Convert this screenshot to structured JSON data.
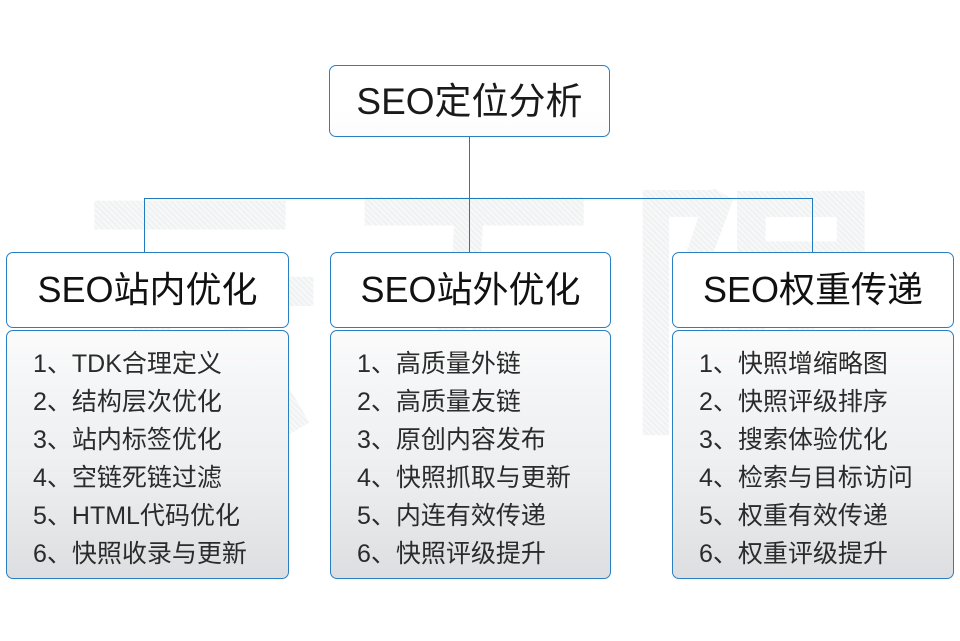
{
  "watermark": {
    "text": "云无限"
  },
  "colors": {
    "border": "#2a7fc2",
    "connector": "#1f7ac0",
    "header_background": "#ffffff",
    "body_background_top": "#fbfbfc",
    "body_background_bottom": "#dcdee1",
    "text": "#1a1a1a"
  },
  "root": {
    "label": "SEO定位分析"
  },
  "columns": [
    {
      "id": "internal",
      "header": "SEO站内优化",
      "items": [
        {
          "index": "1、",
          "text": "TDK合理定义"
        },
        {
          "index": "2、",
          "text": "结构层次优化"
        },
        {
          "index": "3、",
          "text": "站内标签优化"
        },
        {
          "index": "4、",
          "text": "空链死链过滤"
        },
        {
          "index": "5、",
          "text": "HTML代码优化"
        },
        {
          "index": "6、",
          "text": "快照收录与更新"
        }
      ]
    },
    {
      "id": "external",
      "header": "SEO站外优化",
      "items": [
        {
          "index": "1、",
          "text": "高质量外链"
        },
        {
          "index": "2、",
          "text": "高质量友链"
        },
        {
          "index": "3、",
          "text": "原创内容发布"
        },
        {
          "index": "4、",
          "text": "快照抓取与更新"
        },
        {
          "index": "5、",
          "text": "内连有效传递"
        },
        {
          "index": "6、",
          "text": "快照评级提升"
        }
      ]
    },
    {
      "id": "weight",
      "header": "SEO权重传递",
      "items": [
        {
          "index": "1、",
          "text": "快照增缩略图"
        },
        {
          "index": "2、",
          "text": "快照评级排序"
        },
        {
          "index": "3、",
          "text": "搜索体验优化"
        },
        {
          "index": "4、",
          "text": "检索与目标访问"
        },
        {
          "index": "5、",
          "text": "权重有效传递"
        },
        {
          "index": "6、",
          "text": "权重评级提升"
        }
      ]
    }
  ]
}
